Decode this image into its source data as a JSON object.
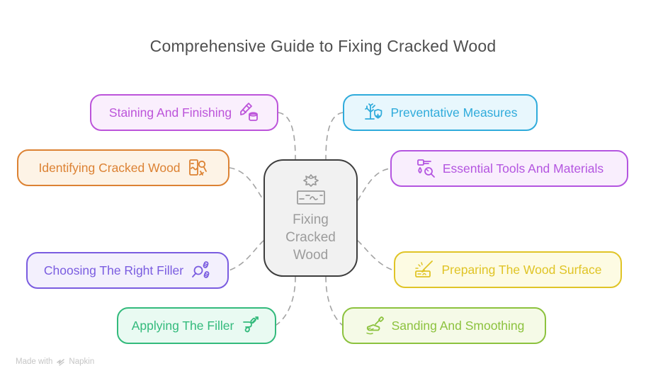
{
  "title": "Comprehensive Guide to Fixing Cracked Wood",
  "center": {
    "label": "Fixing Cracked Wood",
    "color": "#9c9c9c",
    "icon_color": "#9a9a9a",
    "bg": "#f1f1f1",
    "border": "#3d3d3d",
    "icon": "cracked-wood-icon"
  },
  "nodes": [
    {
      "label": "Staining And Finishing",
      "color": "#bc54da",
      "bg": "#faeffd",
      "icon": "paint-brush-and-can-icon",
      "icon_side": "right"
    },
    {
      "label": "Identifying Cracked Wood",
      "color": "#dc8233",
      "bg": "#fdf3e6",
      "icon": "board-magnifier-icon",
      "icon_side": "right"
    },
    {
      "label": "Choosing The Right Filler",
      "color": "#7a5ce0",
      "bg": "#f3f0fd",
      "icon": "magnifier-screws-icon",
      "icon_side": "right"
    },
    {
      "label": "Applying The Filler",
      "color": "#33ba7c",
      "bg": "#e9faf2",
      "icon": "caulk-gun-icon",
      "icon_side": "right"
    },
    {
      "label": "Preventative Measures",
      "color": "#2fabdb",
      "bg": "#e8f7fd",
      "icon": "tree-shield-icon",
      "icon_side": "left"
    },
    {
      "label": "Essential Tools And Materials",
      "color": "#b455e0",
      "bg": "#f9eefd",
      "icon": "tools-wrench-icon",
      "icon_side": "left"
    },
    {
      "label": "Preparing The Wood Surface",
      "color": "#e0c426",
      "bg": "#fdfbe3",
      "icon": "plank-chisel-icon",
      "icon_side": "left"
    },
    {
      "label": "Sanding And Smoothing",
      "color": "#8cc23e",
      "bg": "#f5fae7",
      "icon": "sanding-block-icon",
      "icon_side": "left"
    }
  ],
  "connectors": {
    "color": "#a3a3a3"
  },
  "watermark": {
    "prefix": "Made with",
    "brand": "Napkin"
  }
}
